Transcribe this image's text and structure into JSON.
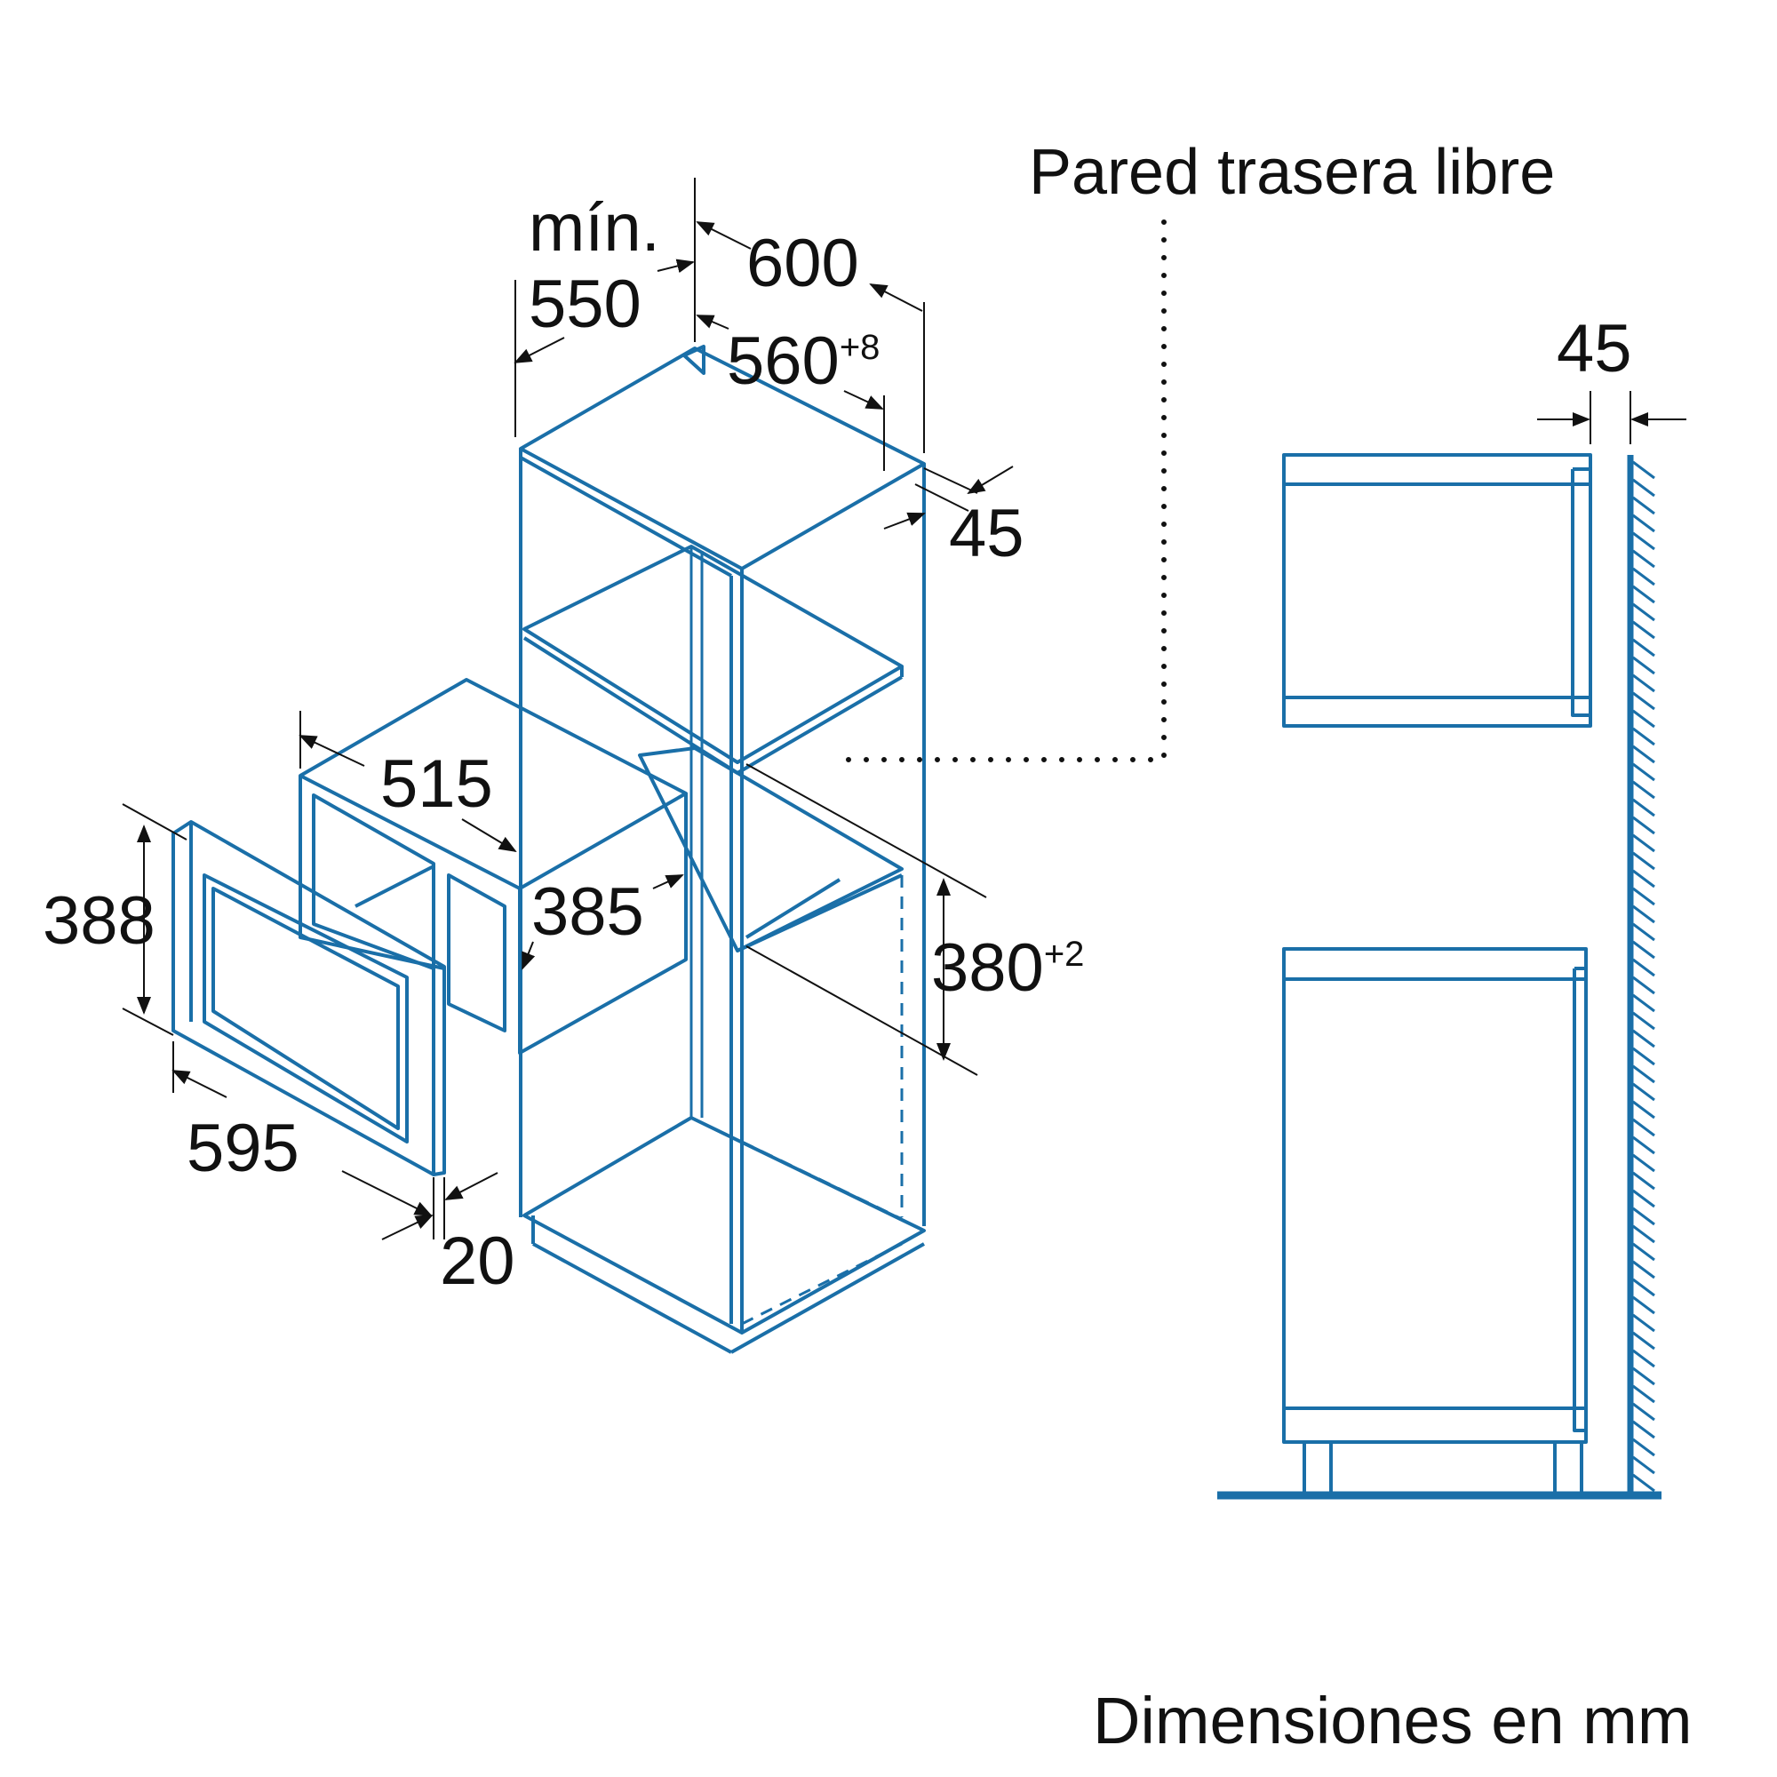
{
  "labels": {
    "min": "mín.",
    "d550": "550",
    "d600": "600",
    "d560": "560",
    "d560_tol": "+8",
    "d45_top": "45",
    "d515": "515",
    "d385": "385",
    "d388": "388",
    "d380": "380",
    "d380_tol": "+2",
    "d595": "595",
    "d20": "20",
    "rear_wall": "Pared trasera libre",
    "d45_side": "45",
    "units": "Dimensiones en mm"
  },
  "colors": {
    "line_blue": "#1a6fa8",
    "dimension_black": "#111111"
  }
}
